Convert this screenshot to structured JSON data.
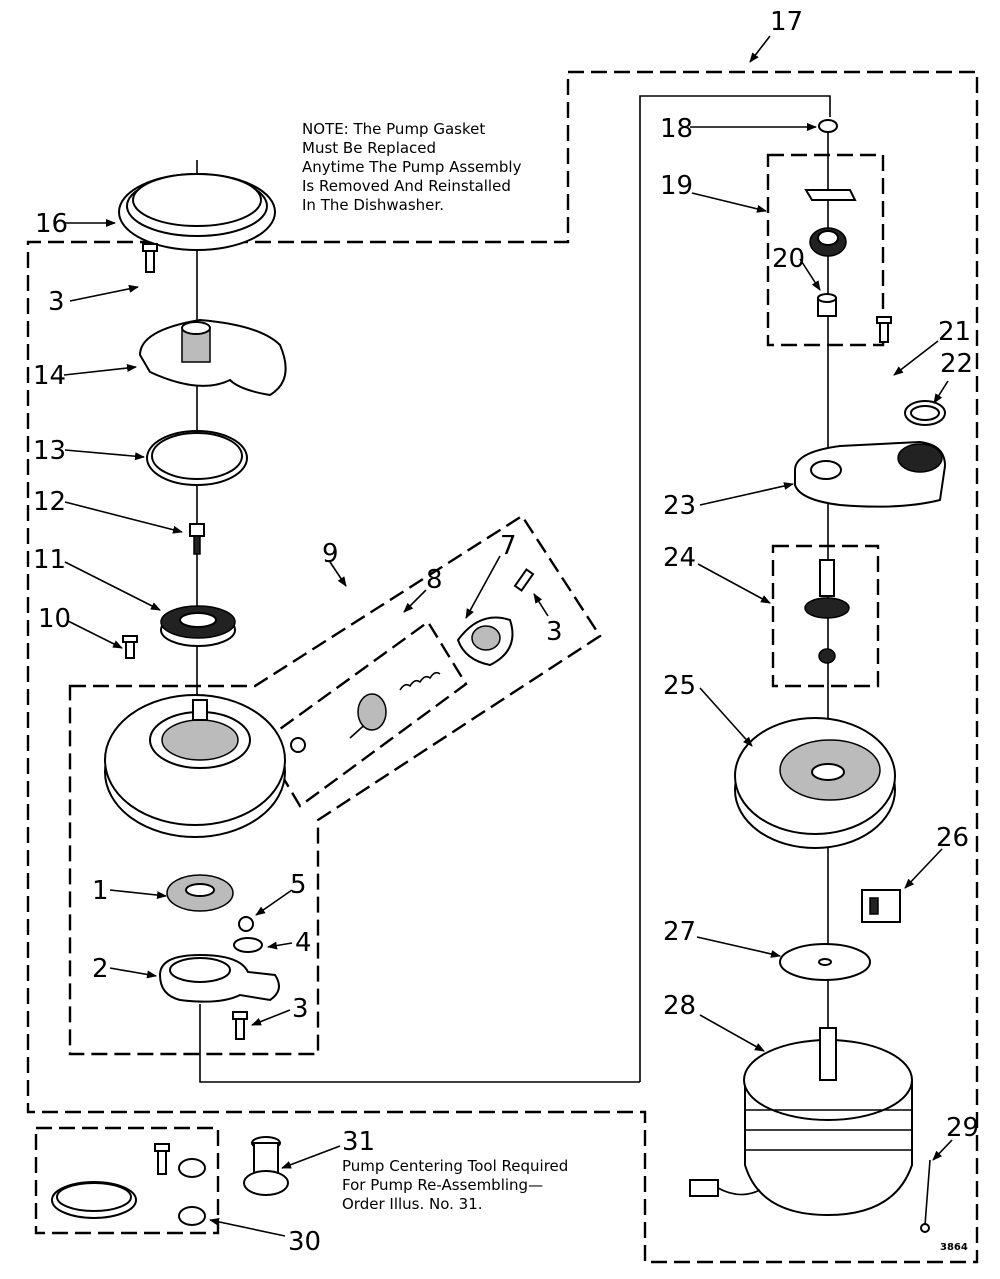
{
  "note": {
    "lines": [
      "NOTE: The Pump Gasket",
      "Must Be Replaced",
      "Anytime The Pump Assembly",
      "Is Removed And Reinstalled",
      "In The Dishwasher."
    ]
  },
  "tool_note": {
    "lines": [
      "Pump Centering Tool Required",
      "For Pump Re-Assembling—",
      "Order Illus. No. 31."
    ]
  },
  "diagram_code": "3864",
  "callouts": {
    "c1": "1",
    "c2": "2",
    "c3a": "3",
    "c3b": "3",
    "c3c": "3",
    "c4": "4",
    "c5": "5",
    "c7": "7",
    "c8": "8",
    "c9": "9",
    "c10": "10",
    "c11": "11",
    "c12": "12",
    "c13": "13",
    "c14": "14",
    "c16": "16",
    "c17": "17",
    "c18": "18",
    "c19": "19",
    "c20": "20",
    "c21": "21",
    "c22": "22",
    "c23": "23",
    "c24": "24",
    "c25": "25",
    "c26": "26",
    "c27": "27",
    "c28": "28",
    "c29": "29",
    "c30": "30",
    "c31": "31"
  }
}
